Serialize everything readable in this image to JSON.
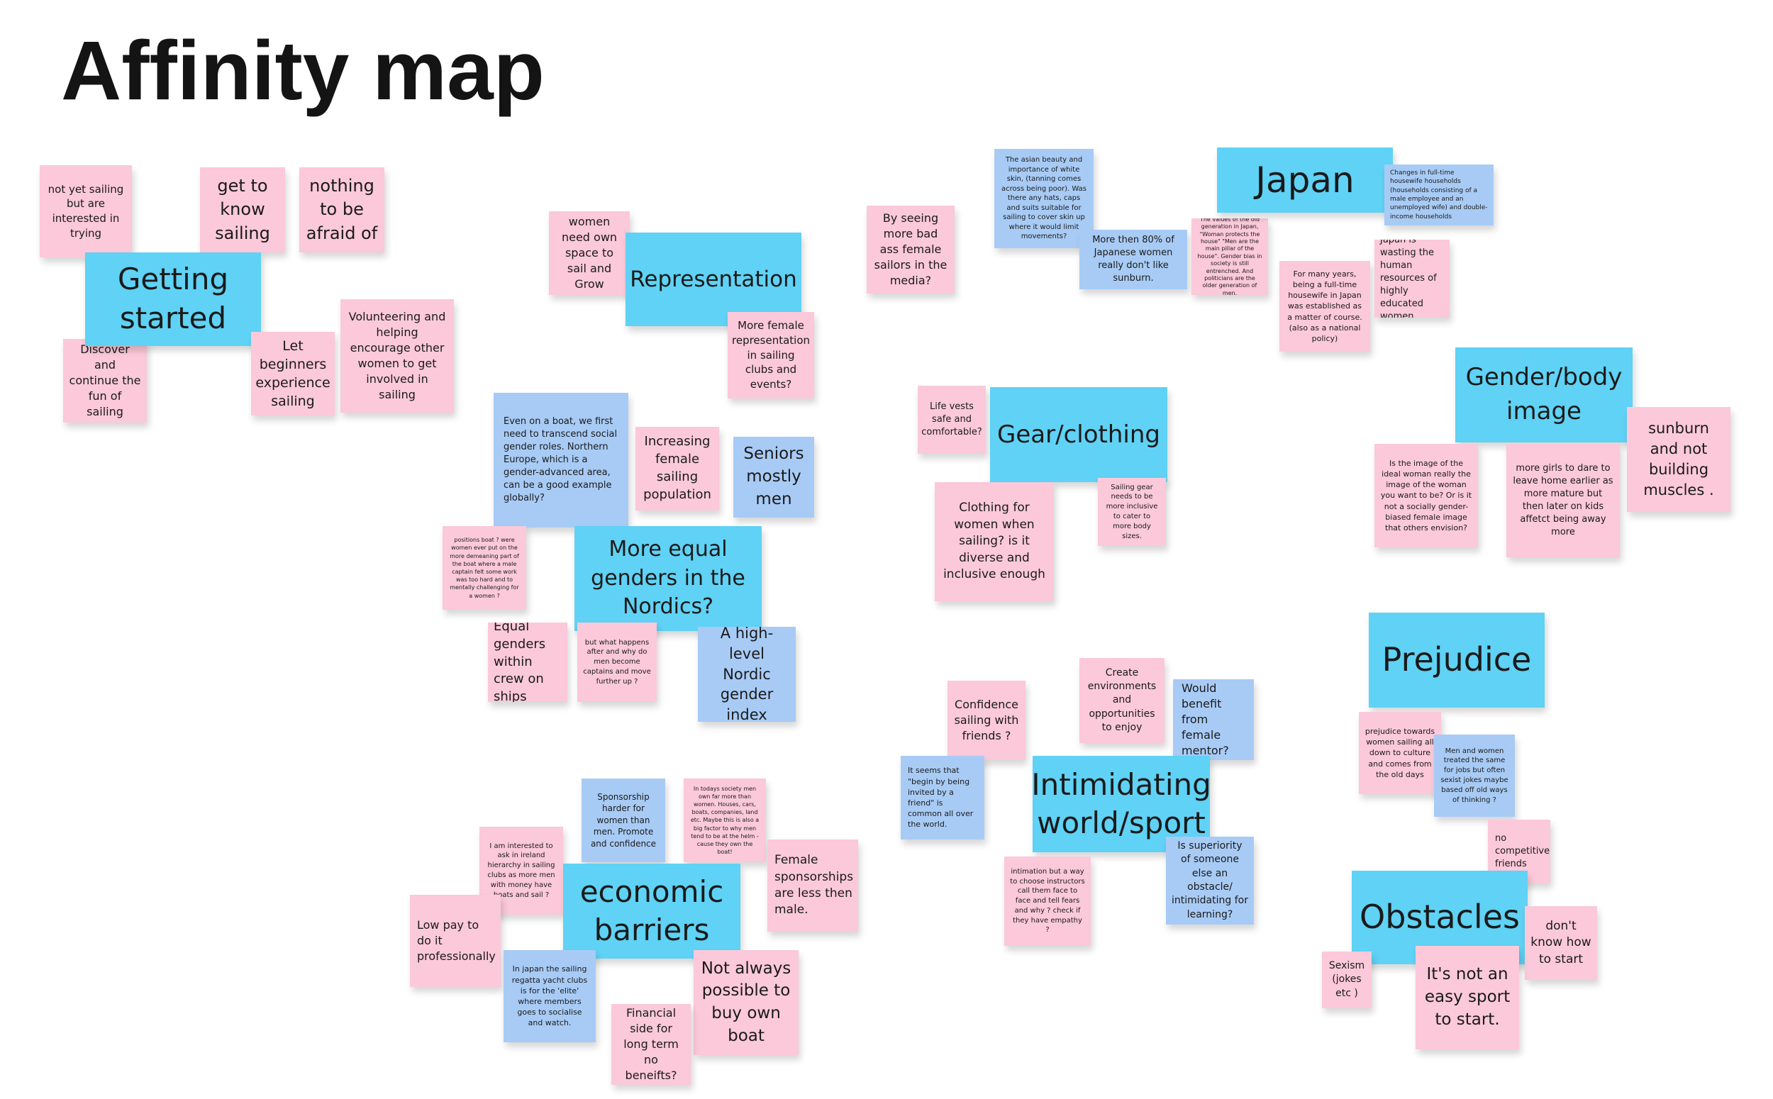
{
  "board": {
    "title": "Affinity map",
    "colors": {
      "pink_note": "#fbc9d9",
      "blue_note": "#a8cbf5",
      "header_note": "#5fd2f5",
      "title_text": "#141414"
    }
  },
  "notes": {
    "n01": "not yet sailing but are interested in trying",
    "n02": "get to know sailing",
    "n03": "nothing to be afraid of",
    "n04": "Getting started",
    "n05": "Discover and continue the fun of sailing",
    "n06": "Let beginners experience sailing",
    "n07": "Volunteering and helping encourage other women to get involved in sailing",
    "n08": "women need own space to sail and Grow",
    "n09": "Representation",
    "n10": "More female representation in sailing clubs and events?",
    "n11": "By seeing more bad ass female sailors in the media?",
    "n12": "The asian beauty and importance of white skin, (tanning comes across being poor). Was there any hats, caps and suits suitable for sailing to cover skin up where it would limit movements?",
    "n13": "More then 80% of Japanese women really don't like sunburn.",
    "n14": "The values of the old generation in Japan, \"Woman protects the house\" \"Men are the main pillar of the house\". Gender bias in society is still entrenched. And politicians are the older generation of men.",
    "n15": "Japan",
    "n16": "For many years, being a full-time housewife in Japan was established as a matter of course. (also as a national policy)",
    "n17": "Changes in full-time housewife households (households consisting of a male employee and an unemployed wife) and double-income households",
    "n18": "Japan is wasting the human resources of highly educated women.",
    "n19": "Even on a boat, we first need to transcend social gender roles. Northern Europe, which is a gender-advanced area, can be a good example globally?",
    "n20": "Increasing female sailing population",
    "n21": "Seniors mostly men",
    "n22": "positions boat ? were women ever put on the more demeaning part of the boat where a male captain felt some work was too hard and to mentally challenging for a women ?",
    "n23": "More equal genders in the Nordics?",
    "n24": "Equal genders within crew on ships",
    "n25": "but what happens after and why do men become captains and move further up ?",
    "n26": "A high-level Nordic gender index",
    "n27": "Life vests safe and comfortable?",
    "n28": "Gear/clothing",
    "n29": "Clothing for women when sailing? is it diverse and inclusive enough",
    "n30": "Sailing gear needs to be more inclusive to cater to more body sizes.",
    "n31": "Gender/body image",
    "n32": "sunburn and not building muscles .",
    "n33": "Is the image of the ideal woman really the image of the woman you want to be? Or is it not a socially gender-biased female image that others envision?",
    "n34": "more girls to dare to leave home earlier as more mature but then later on kids affetct being away more",
    "n35": "Create environments and opportunities to enjoy",
    "n36": "Confidence sailing with friends ?",
    "n37": "Would benefit from female mentor?",
    "n38": "It seems that \"begin by being invited by a friend\" is common all over the world.",
    "n39": "Intimidating world/sport",
    "n40": "Is superiority of someone else an obstacle/ intimidating for learning?",
    "n41": "intimation but a way to choose instructors call them face to face and tell fears and why ? check if they have empathy ?",
    "n42": "Prejudice",
    "n43": "prejudice towards women sailing all down to culture and comes from the old days",
    "n44": "Men and women treated the same for jobs but often sexist jokes maybe based off old ways of thinking ?",
    "n45": "no competitive friends",
    "n46": "Obstacles",
    "n47": "don't know how to start",
    "n48": "Sexism (jokes etc )",
    "n49": "It's not an easy sport to start.",
    "n50": "Sponsorship harder for women than men. Promote and confidence",
    "n51": "In todays society men own far more than women. Houses, cars, boats, companies, land etc. Maybe this is also a big factor to why men tend to be at the helm - cause they own the boat!",
    "n52": "I am interested to ask in ireland hierarchy in sailing clubs as more men with money have boats and sail ?",
    "n53": "economic barriers",
    "n54": "Female sponsorships are less then male.",
    "n55": "Low pay to do it professionally",
    "n56": "In japan the sailing regatta yacht clubs is for the 'elite' where members goes to socialise and watch.",
    "n57": "Not always possible to buy own boat",
    "n58": "Financial side for long term no beneifts?"
  }
}
